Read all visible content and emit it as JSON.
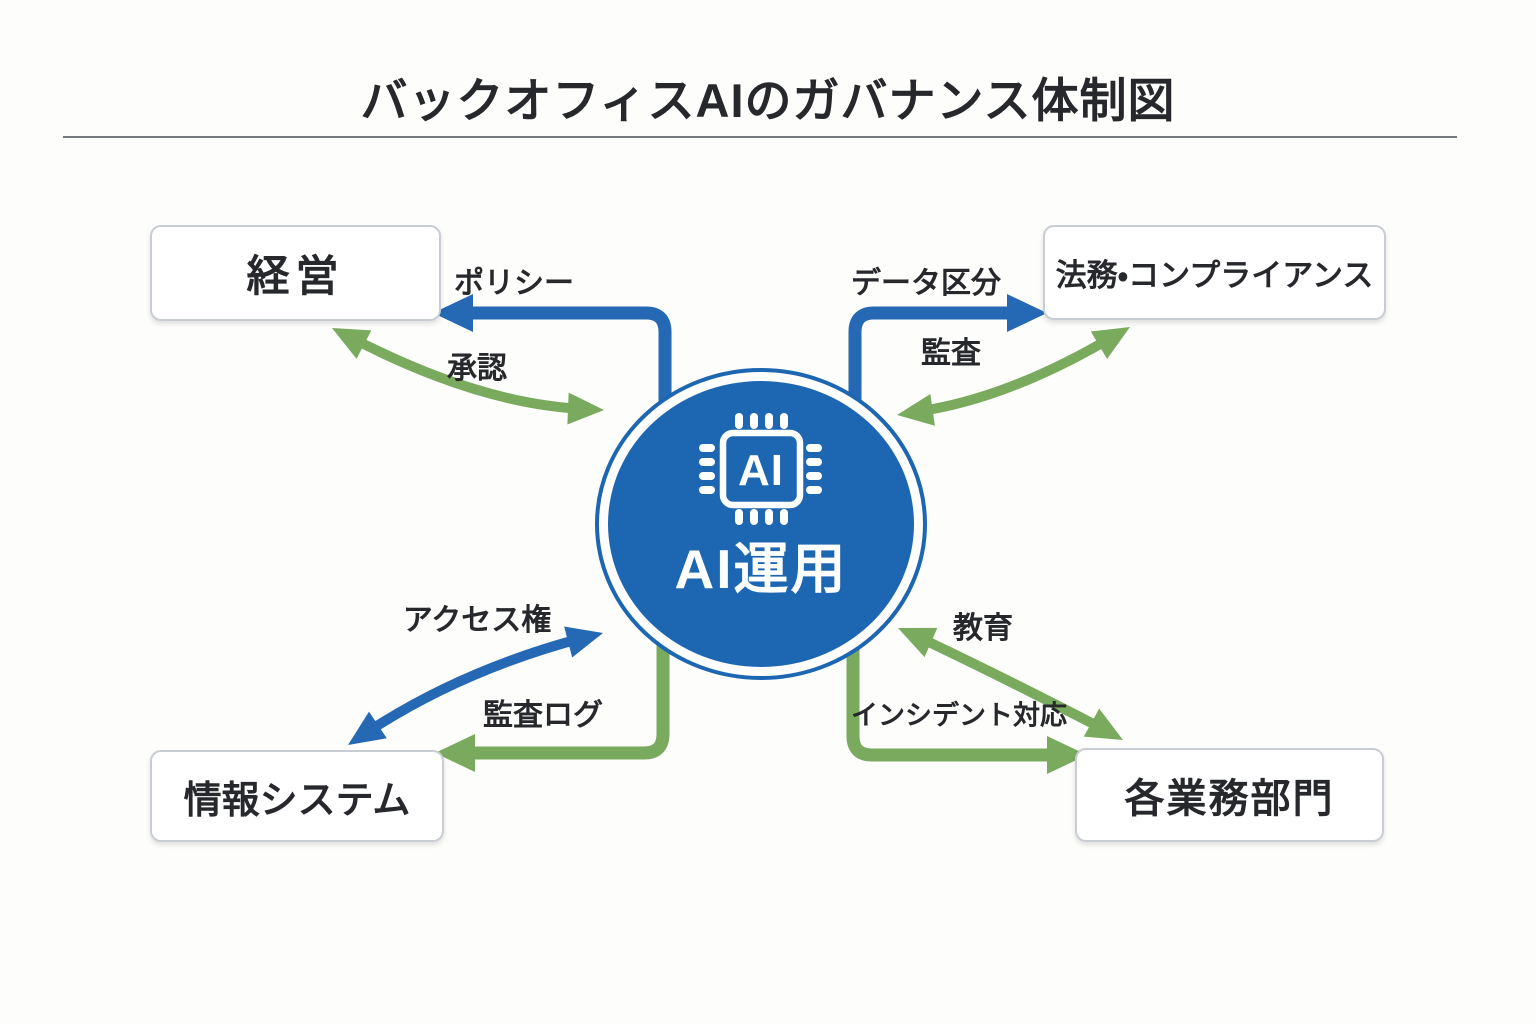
{
  "title": "バックオフィスAIのガバナンス体制図",
  "center": {
    "icon": "ai-chip-icon",
    "chip_text": "AI",
    "label": "AI運用"
  },
  "nodes": {
    "management": {
      "label": "経営"
    },
    "legal": {
      "label": "法務・コンプライアンス"
    },
    "it": {
      "label": "情報システム"
    },
    "departments": {
      "label": "各業務部門"
    }
  },
  "edge_labels": {
    "policy": "ポリシー",
    "approval": "承認",
    "data_classification": "データ区分",
    "audit": "監査",
    "access_rights": "アクセス権",
    "audit_log": "監査ログ",
    "education": "教育",
    "incident_response": "インシデント対応"
  },
  "colors": {
    "arrow-blue": "#2569b4",
    "arrow-green": "#79aa5e",
    "circle-fill": "#1d66b2",
    "box-border": "#c8cdd3",
    "text-dark": "#26282c",
    "divider": "#75797d",
    "background": "#fdfdfb"
  }
}
